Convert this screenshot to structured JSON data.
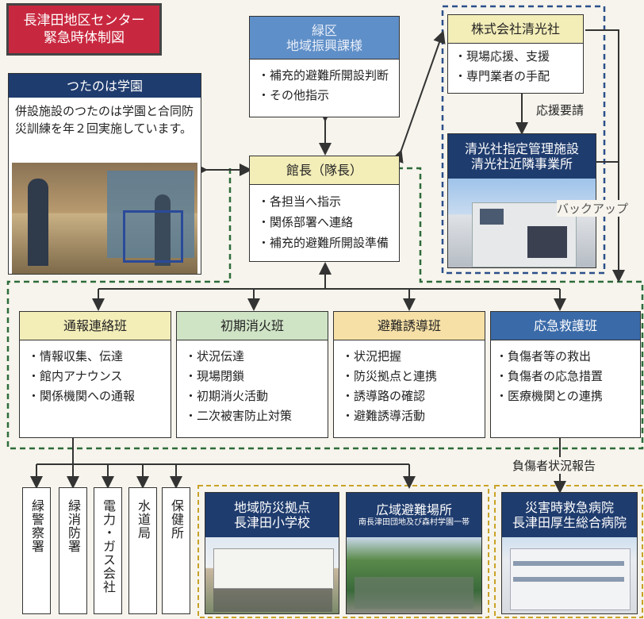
{
  "title": {
    "line1": "長津田地区センター",
    "line2": "緊急時体制図"
  },
  "midori": {
    "header1": "緑区",
    "header2": "地域振興課様",
    "items": [
      "補充的避難所開設判断",
      "その他指示"
    ]
  },
  "tsutanoha": {
    "header": "つたのは学園",
    "text": "併設施設のつたのは学園と合同防災訓練を年２回実施しています。"
  },
  "kancho": {
    "header": "館長（隊長）",
    "items": [
      "各担当へ指示",
      "関係部署へ連絡",
      "補充的避難所開設準備"
    ]
  },
  "seikosha": {
    "header": "株式会社清光社",
    "items": [
      "現場応援、支援",
      "専門業者の手配"
    ]
  },
  "labels": {
    "oen": "応援要請",
    "backup": "バックアップ",
    "fushosha": "負傷者状況報告"
  },
  "facility": {
    "line1": "清光社指定管理施設",
    "line2": "清光社近隣事業所"
  },
  "teams": [
    {
      "name": "通報連絡班",
      "color": "#f3edb8",
      "items": [
        "情報収集、伝達",
        "館内アナウンス",
        "関係機関への通報"
      ]
    },
    {
      "name": "初期消火班",
      "color": "#cfe3c5",
      "items": [
        "状況伝達",
        "現場閉鎖",
        "初期消火活動",
        "二次被害防止対策"
      ]
    },
    {
      "name": "避難誘導班",
      "color": "#f6e0a6",
      "items": [
        "状況把握",
        "防災拠点と連携",
        "誘導路の確認",
        "避難誘導活動"
      ]
    },
    {
      "name": "応急救護班",
      "color": "#3a6aa8",
      "items": [
        "負傷者等の救出",
        "負傷者の応急措置",
        "医療機関との連携"
      ]
    }
  ],
  "agencies": [
    "緑警察署",
    "緑消防署",
    "電力・ガス会社",
    "水道局",
    "保健所"
  ],
  "places": [
    {
      "line1": "地域防災拠点",
      "line2": "長津田小学校"
    },
    {
      "line1": "広域避難場所",
      "line2": "南長津田団地及び森村学園一帯"
    },
    {
      "line1": "災害時救急病院",
      "line2": "長津田厚生総合病院"
    }
  ],
  "colors": {
    "title_bg": "#c8283f",
    "navy": "#1f3c6e",
    "blue": "#3a6aa8",
    "yellow": "#f3edb8",
    "dash_green": "#2e6b3a",
    "dash_blue": "#2b4f8a",
    "dash_gold": "#c9a227"
  }
}
